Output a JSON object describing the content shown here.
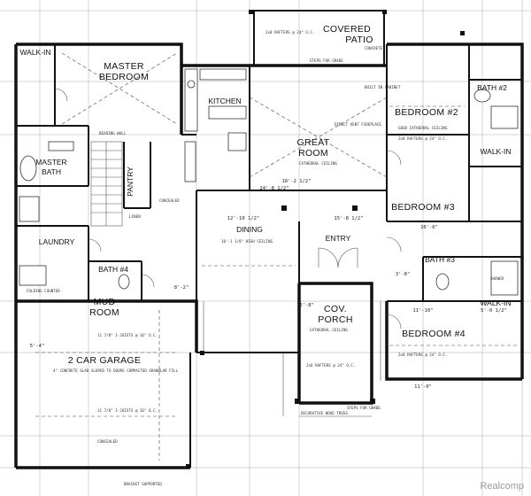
{
  "rooms": {
    "covered_patio_1": "COVERED",
    "covered_patio_2": "PATIO",
    "walk_in_1": "WALK-IN",
    "master_bedroom_1": "MASTER",
    "master_bedroom_2": "BEDROOM",
    "kitchen": "KITCHEN",
    "great_room_1": "GREAT",
    "great_room_2": "ROOM",
    "bedroom_2": "BEDROOM #2",
    "bath_2": "BATH #2",
    "walk_in_2": "WALK-IN",
    "master_bath_1": "MASTER",
    "master_bath_2": "BATH",
    "pantry": "PANTRY",
    "bedroom_3": "BEDROOM #3",
    "laundry": "LAUNDRY",
    "dining": "DINING",
    "entry": "ENTRY",
    "bath_4": "BATH #4",
    "bath_3": "BATH #3",
    "walk_in_3": "WALK-IN",
    "mud_room_1": "MUD",
    "mud_room_2": "ROOM",
    "cov_porch_1": "COV.",
    "cov_porch_2": "PORCH",
    "bedroom_4": "BEDROOM #4",
    "garage": "2 CAR GARAGE"
  },
  "notes": {
    "concrete": "CONCRETE",
    "cathedral_ceiling": "CATHEDRAL CEILING",
    "good_cathedral": "GOOD CATHEDRAL CEILING",
    "rafters": "2x8 RAFTERS @ 24\" O.C.",
    "direct_vent": "DIRECT VENT FIREPLACE",
    "built_in": "BUILT IN CABINET",
    "steps_grade": "STEPS FOR GRADE",
    "high_ceiling": "10'-1 1/8\" HIGH CEILING",
    "concrete_slab": "4\" CONCRETE SLAB SLOPED TO DOORS COMPACTED GRANULAR FILL",
    "tjoists": "11 7/8\" I-JOISTS @ 16\" O.C.",
    "decorative_truss": "DECORATIVE WOOD TRUSS",
    "linen": "LINEN",
    "shower": "SHOWER",
    "bearing_wall": "BEARING WALL",
    "concealed": "CONCEALED",
    "folding_counter": "FOLDING COUNTER",
    "bracket": "BRACKET SUPPORTED"
  },
  "dims": {
    "d1": "24'-8 1/2\"",
    "d2": "18'-2 1/2\"",
    "d3": "12'-10 1/2\"",
    "d4": "15'-8 1/2\"",
    "d5": "16'-6\"",
    "d6": "11'-10\"",
    "d7": "5'-0 1/2\"",
    "d8": "5'-4\"",
    "d9": "12'-8\"",
    "d10": "11'-0\"",
    "d11": "3'-8\"",
    "d12": "8'-2\""
  },
  "watermark": "Realcomp"
}
